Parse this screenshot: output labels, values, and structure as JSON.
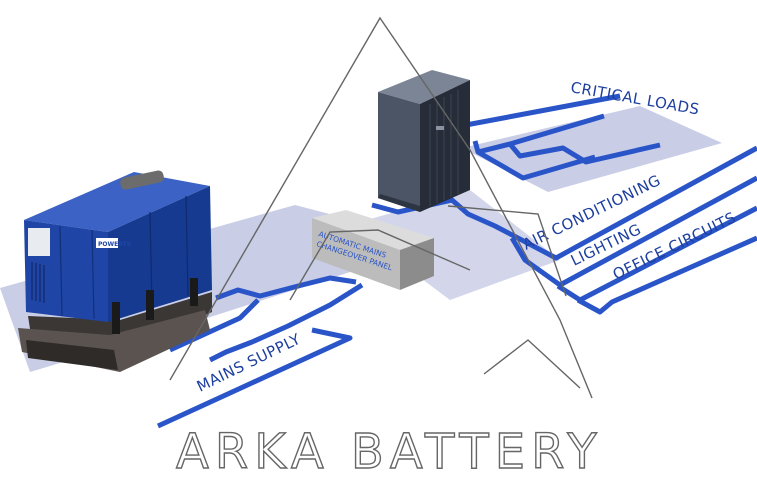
{
  "labels": {
    "critical_loads": "CRITICAL LOADS",
    "air_conditioning": "AIR CONDITIONING",
    "lighting": "LIGHTING",
    "office_circuits": "OFFICE CIRCUITS",
    "mains_supply": "MAINS SUPPLY"
  },
  "changeover_panel": {
    "line1": "AUTOMATIC MAINS",
    "line2": "CHANGEOVER PANEL"
  },
  "generator": {
    "brand": "POWERTS"
  },
  "watermark": {
    "text": "ARKA BATTERY"
  },
  "colors": {
    "cable": "#2a55c8",
    "floor": "#c9cde6",
    "label": "#1d3f9e",
    "generator_body": "#1f45a6"
  }
}
